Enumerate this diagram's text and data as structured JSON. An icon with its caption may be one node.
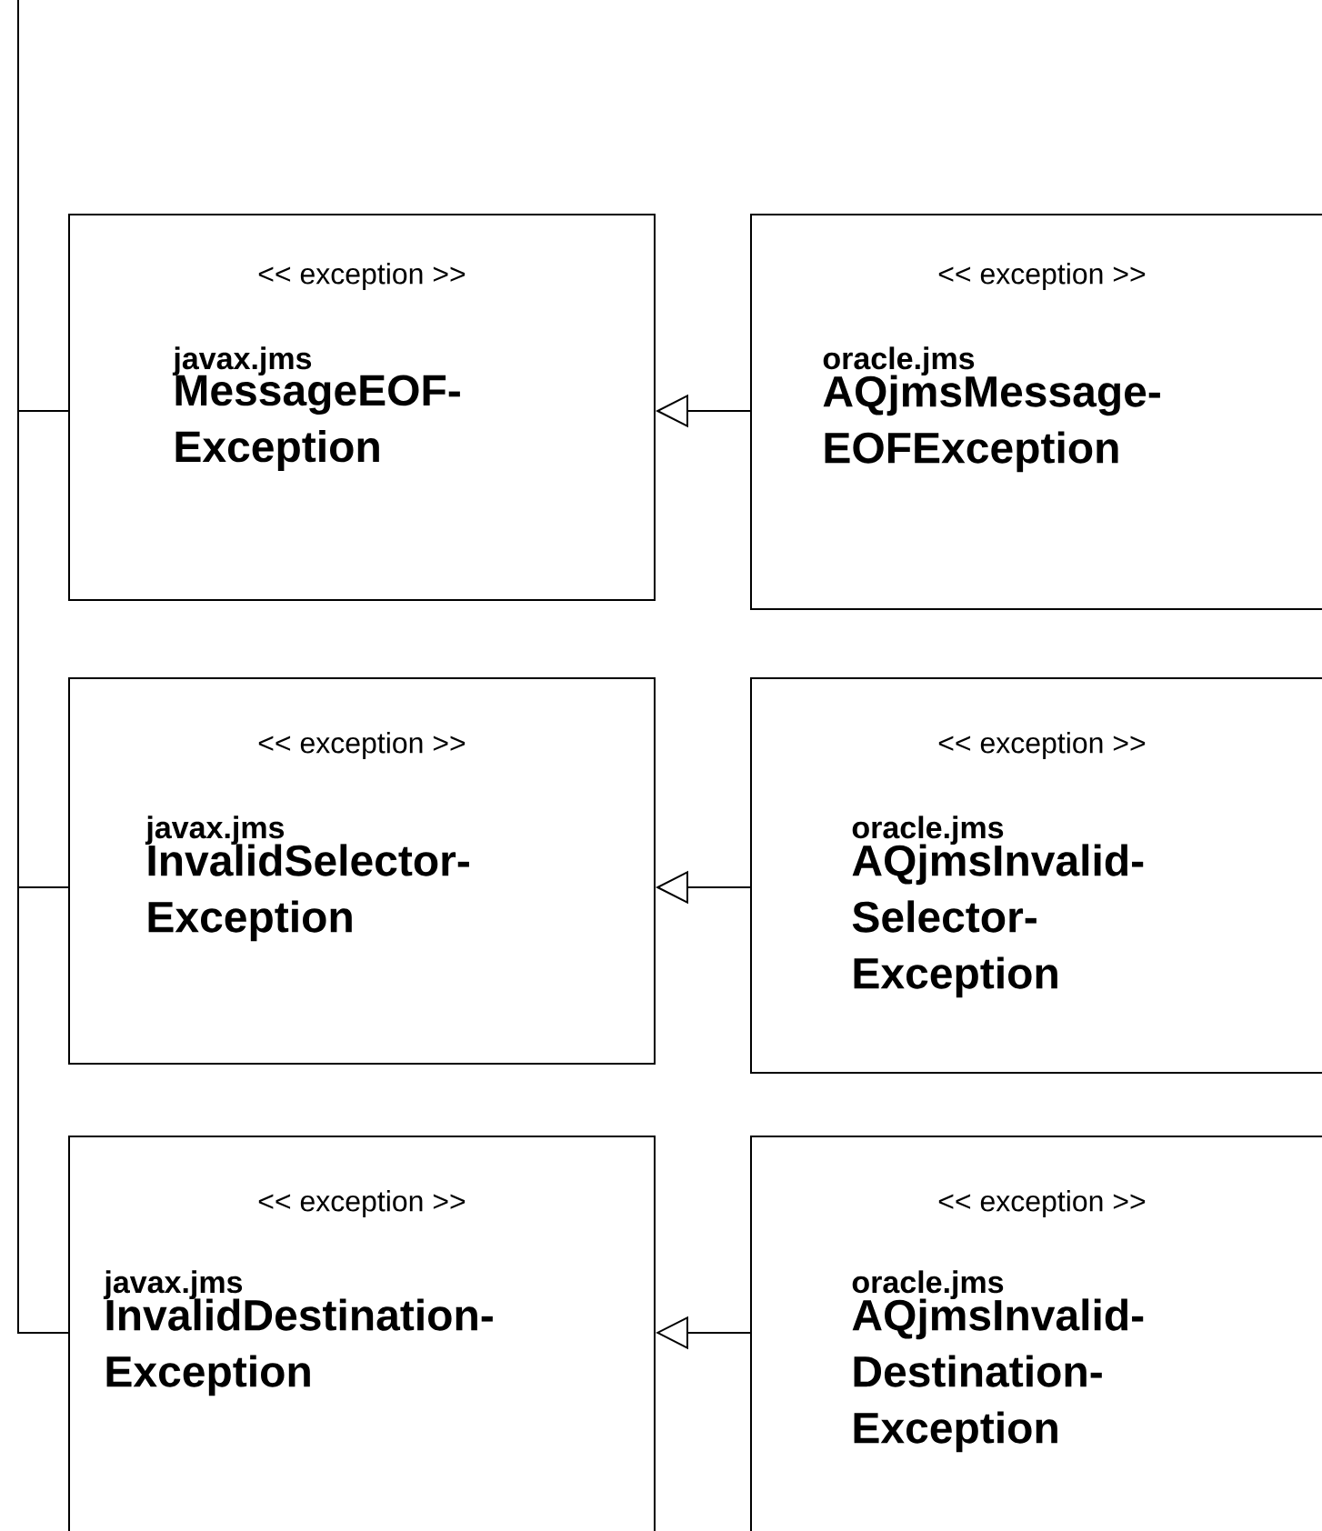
{
  "diagram": {
    "nodes": [
      {
        "text": [
          "<< exception >>",
          "javax.jms",
          "MessageEOF- Exception"
        ]
      },
      {
        "text": [
          "<< exception >>",
          "javax.jms",
          "InvalidSelector- Exception"
        ]
      },
      {
        "text": [
          "<< exception >>",
          "javax.jms",
          "InvalidDestination- Exception"
        ]
      },
      {
        "text": [
          "<< exception >>",
          "oracle.jms",
          "AQjmsMessage- EOFException"
        ]
      },
      {
        "text": [
          "<< exception >>",
          "oracle.jms",
          "AQjmsInvalid- Selector- Exception"
        ]
      },
      {
        "text": [
          "<< exception >>",
          "oracle.jms",
          "AQjmsInvalid- Destination- Exception"
        ]
      }
    ],
    "edges": [
      {
        "from": 3,
        "to": 0,
        "arrow": "to"
      },
      {
        "from": 4,
        "to": 1,
        "arrow": "to"
      },
      {
        "from": 5,
        "to": 2,
        "arrow": "to"
      },
      {
        "from": 0,
        "to": null,
        "arrow": "none"
      },
      {
        "from": 1,
        "to": null,
        "arrow": "none"
      },
      {
        "from": 2,
        "to": null,
        "arrow": "none"
      }
    ]
  }
}
